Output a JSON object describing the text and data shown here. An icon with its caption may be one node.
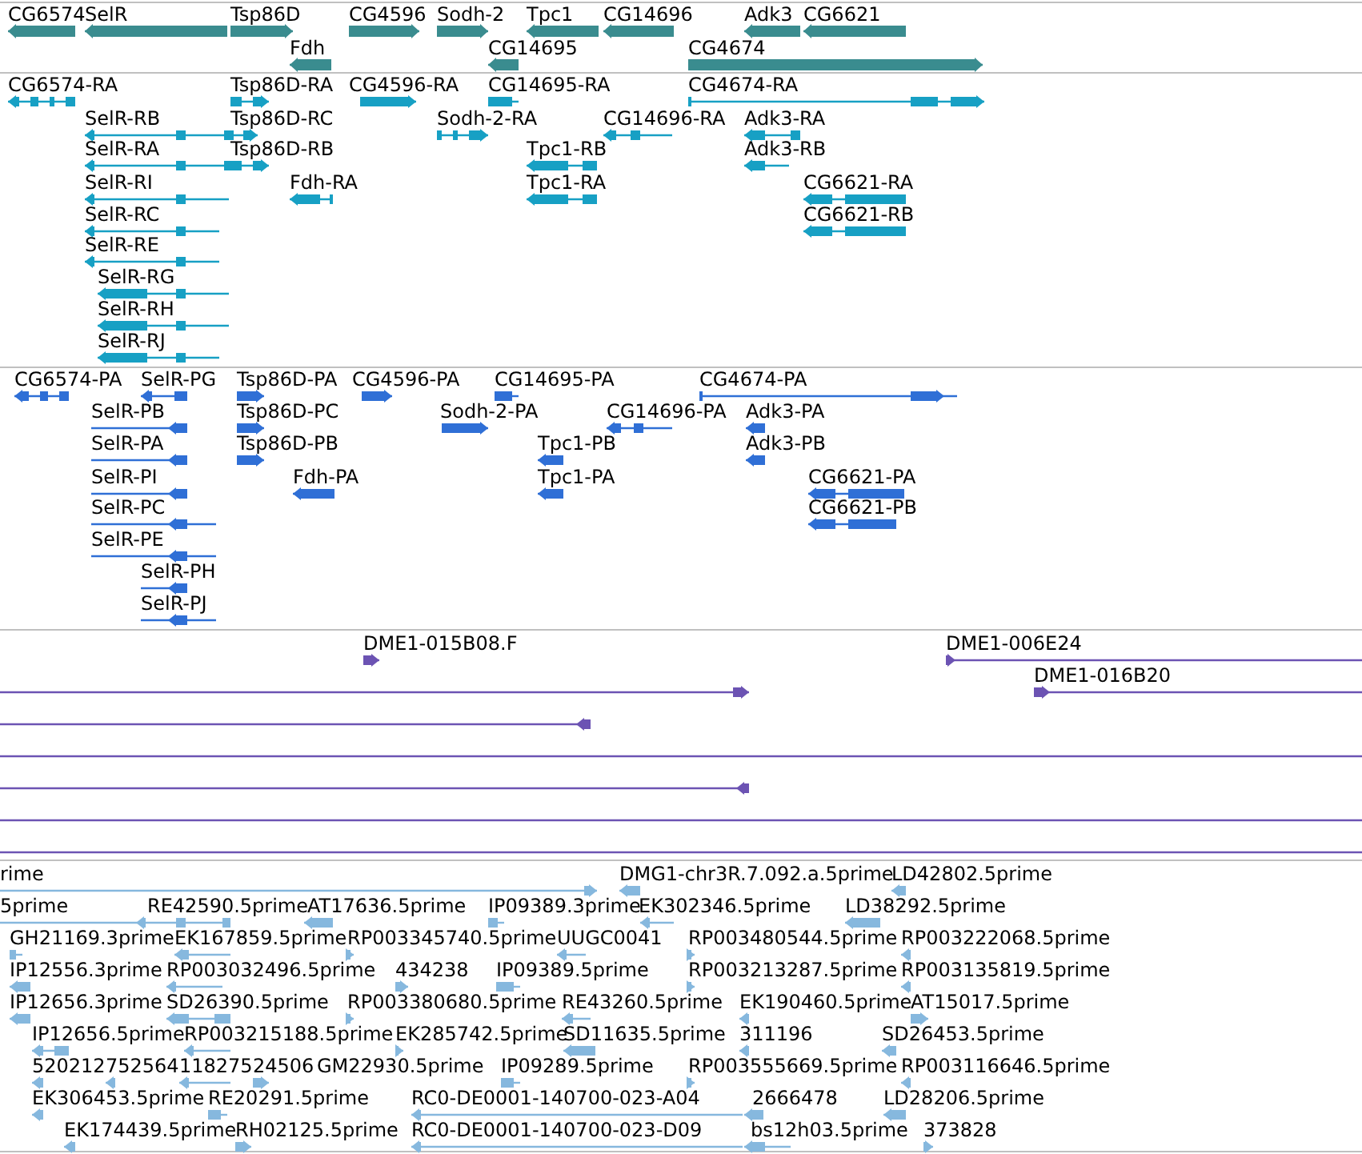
{
  "diagram": {
    "labels": [
      "CG6574",
      "SelR",
      "Tsp86D",
      "CG4596",
      "Sodh-2",
      "Tpc1",
      "CG14696",
      "Adk3",
      "CG6621",
      "Fdh",
      "CG14695",
      "CG4674",
      "CG6574-RA",
      "Tsp86D-RA",
      "CG4596-RA",
      "CG14695-RA",
      "CG4674-RA",
      "SelR-RB",
      "Tsp86D-RC",
      "Sodh-2-RA",
      "CG14696-RA",
      "Adk3-RA",
      "SelR-RA",
      "Tsp86D-RB",
      "Tpc1-RB",
      "Adk3-RB",
      "SelR-RI",
      "Fdh-RA",
      "Tpc1-RA",
      "CG6621-RA",
      "SelR-RC",
      "CG6621-RB",
      "SelR-RE",
      "SelR-RG",
      "SelR-RH",
      "SelR-RJ",
      "CG6574-PA",
      "SelR-PG",
      "Tsp86D-PA",
      "CG4596-PA",
      "CG14695-PA",
      "CG4674-PA",
      "SelR-PB",
      "Tsp86D-PC",
      "Sodh-2-PA",
      "CG14696-PA",
      "Adk3-PA",
      "SelR-PA",
      "Tsp86D-PB",
      "Tpc1-PB",
      "Adk3-PB",
      "SelR-PI",
      "Fdh-PA",
      "Tpc1-PA",
      "CG6621-PA",
      "SelR-PC",
      "CG6621-PB",
      "SelR-PE",
      "SelR-PH",
      "SelR-PJ",
      "DME1-015B08.F",
      "DME1-006E24",
      "DME1-016B20",
      "rime",
      "DMG1-chr3R.7.092.a.5prime",
      "LD42802.5prime",
      "5prime",
      "RE42590.5prime",
      "AT17636.5prime",
      "IP09389.3prime",
      "EK302346.5prime",
      "LD38292.5prime",
      "GH21169.3prime",
      "EK167859.5prime",
      "RP003345740.5prime",
      "UUGC0041",
      "RP003480544.5prime",
      "RP003222068.5prime",
      "IP12556.3prime",
      "RP003032496.5prime",
      "434238",
      "IP09389.5prime",
      "RP003213287.5prime",
      "RP003135819.5prime",
      "IP12656.3prime",
      "SD26390.5prime",
      "RP003380680.5prime",
      "RE43260.5prime",
      "EK190460.5prime",
      "AT15017.5prime",
      "IP12656.5prime",
      "RP003215188.5prime",
      "EK285742.5prime",
      "SD11635.5prime",
      "311196",
      "SD26453.5prime",
      "520212",
      "752564",
      "118275",
      "24506",
      "GM22930.5prime",
      "IP09289.5prime",
      "RP003555669.5prime",
      "RP003116646.5prime",
      "EK306453.5prime",
      "RE20291.5prime",
      "RC0-DE0001-140700-023-A04",
      "2666478",
      "LD28206.5prime",
      "EK174439.5prime",
      "RH02125.5prime",
      "RC0-DE0001-140700-023-D09",
      "bs12h03.5prime",
      "373828"
    ]
  }
}
